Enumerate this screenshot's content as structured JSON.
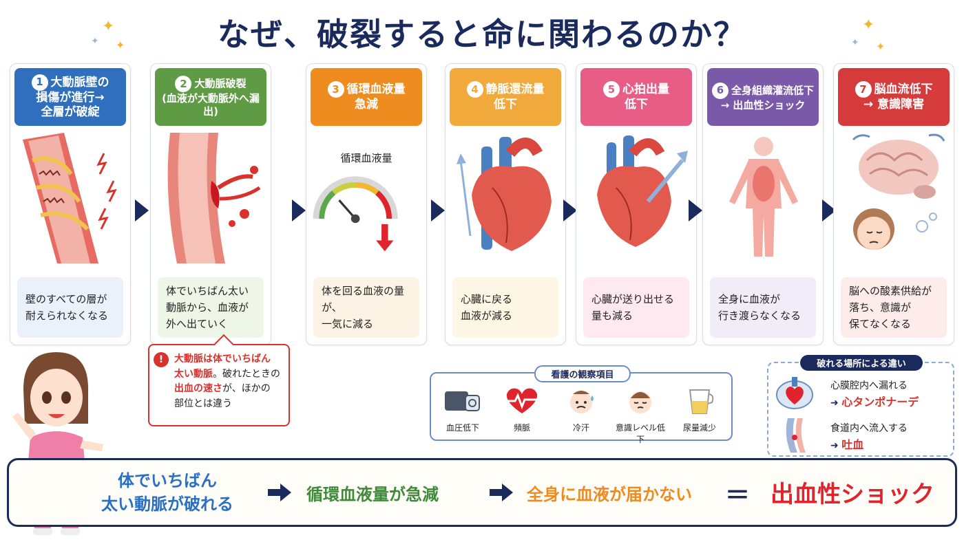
{
  "title": "なぜ、破裂すると命に関わるのか？",
  "steps": [
    {
      "num": "1",
      "title": "大動脈壁の\n損傷が進行→\n全層が破綻",
      "desc": "壁のすべての層が\n耐えられなくなる",
      "color": "#2f6fbd",
      "desc_bg": "#eaf1fb"
    },
    {
      "num": "2",
      "title": "大動脈破裂\n(血液が大動脈外へ漏出)",
      "desc": "体でいちばん太い\n動脈から、血液が\n外へ出ていく",
      "color": "#5f9b45",
      "desc_bg": "#eef6e8"
    },
    {
      "num": "3",
      "title": "循環血液量\n急減",
      "desc": "体を回る血液の量が、\n一気に減る",
      "color": "#ef8c1f",
      "desc_bg": "#fdf3e4",
      "gauge_label": "循環血液量"
    },
    {
      "num": "4",
      "title": "静脈還流量\n低下",
      "desc": "心臓に戻る\n血液が減る",
      "color": "#f2a93b",
      "desc_bg": "#fdf6e4"
    },
    {
      "num": "5",
      "title": "心拍出量\n低下",
      "desc": "心臓が送り出せる\n量も減る",
      "color": "#e85d86",
      "desc_bg": "#fde9ef"
    },
    {
      "num": "6",
      "title": "全身組織灌流低下\n→ 出血性ショック",
      "desc": "全身に血液が\n行き渡らなくなる",
      "color": "#7a5aa8",
      "desc_bg": "#f1ecf7"
    },
    {
      "num": "7",
      "title": "脳血流低下\n→ 意識障害",
      "desc": "脳への酸素供給が\n落ち、意識が\n保てなくなる",
      "color": "#d63b3b",
      "desc_bg": "#fdecea"
    }
  ],
  "warning": {
    "icon": "!",
    "part1": "大動脈は体でいちばん",
    "part2": "太い動脈",
    "part3": "。破れたときの",
    "part4": "出血の速さ",
    "part5": "が、ほかの",
    "part6": "部位とは違う"
  },
  "observation": {
    "title": "看護の観察項目",
    "items": [
      {
        "label": "血圧低下",
        "icon": "blood-pressure-monitor-icon"
      },
      {
        "label": "頻脈",
        "icon": "heart-pulse-icon"
      },
      {
        "label": "冷汗",
        "icon": "cold-sweat-face-icon"
      },
      {
        "label": "意識レベル低下",
        "icon": "drowsy-face-icon"
      },
      {
        "label": "尿量減少",
        "icon": "urine-cup-icon"
      }
    ]
  },
  "differences": {
    "title": "破れる場所による違い",
    "rows": [
      {
        "line1": "心膜腔内へ漏れる",
        "arrow": "➜",
        "result": "心タンポナーデ"
      },
      {
        "line1": "食道内へ流入する",
        "arrow": "➜",
        "result": "吐血"
      }
    ]
  },
  "summary": {
    "item1_line1": "体でいちばん",
    "item1_line2": "太い動脈が破れる",
    "item2": "循環血液量が急減",
    "item3": "全身に血液が届かない",
    "equals": "＝",
    "item4": "出血性ショック"
  },
  "colors": {
    "navy": "#1b2a5c",
    "blue": "#2a6fc4",
    "green": "#3e8a3a",
    "orange": "#f08a1c",
    "red": "#e0242e"
  }
}
